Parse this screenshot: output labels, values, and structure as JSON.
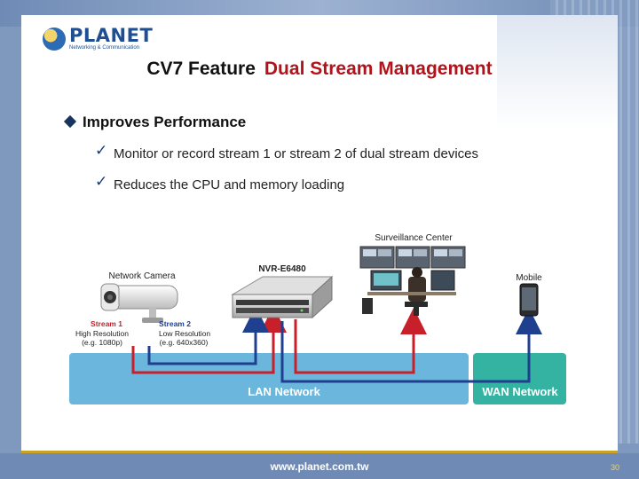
{
  "header": {
    "logo_name": "PLANET",
    "logo_tagline": "Networking & Communication",
    "title_part1": "CV7 Feature",
    "title_part2": "Dual Stream Management"
  },
  "content": {
    "bullet": "Improves Performance",
    "subpoints": [
      "Monitor or record stream 1 or stream 2 of dual stream devices",
      "Reduces the CPU and memory loading"
    ]
  },
  "diagram": {
    "surveillance_center": "Surveillance Center",
    "nvr": "NVR-E6480",
    "camera": "Network Camera",
    "mobile": "Mobile",
    "stream1_title": "Stream 1",
    "stream1_desc": "High Resolution",
    "stream1_example": "(e.g. 1080p)",
    "stream2_title": "Stream 2",
    "stream2_desc": "Low Resolution",
    "stream2_example": "(e.g. 640x360)",
    "lan": "LAN Network",
    "wan": "WAN Network",
    "colors": {
      "stream1": "#c8202a",
      "stream2": "#1f3f8f",
      "lan": "#6bb6dc",
      "wan": "#35b3a2"
    }
  },
  "footer": {
    "url": "www.planet.com.tw",
    "page": "30"
  }
}
